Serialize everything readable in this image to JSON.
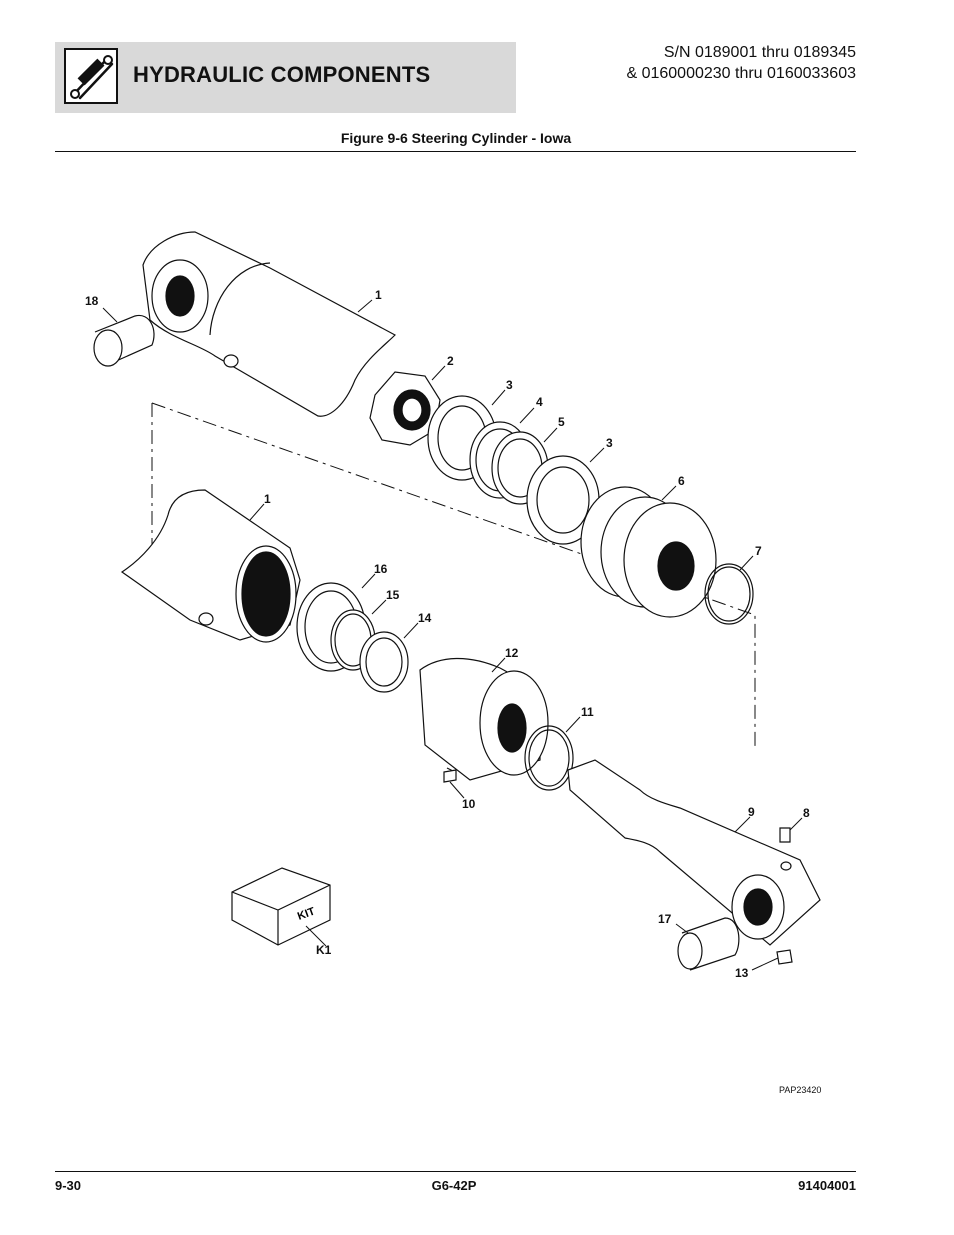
{
  "header": {
    "section_title": "HYDRAULIC COMPONENTS",
    "serial_line1": "S/N 0189001 thru 0189345",
    "serial_line2": "& 0160000230 thru 0160033603",
    "icon": "hydraulic-cylinder-icon"
  },
  "figure": {
    "title": "Figure 9-6 Steering Cylinder - Iowa",
    "drawing_code": "PAP23420",
    "kit_box_text": "KIT",
    "callouts": {
      "c1a": "1",
      "c1b": "1",
      "c2": "2",
      "c3a": "3",
      "c3b": "3",
      "c4": "4",
      "c5": "5",
      "c6": "6",
      "c7": "7",
      "c8": "8",
      "c9": "9",
      "c10": "10",
      "c11": "11",
      "c12": "12",
      "c13": "13",
      "c14": "14",
      "c15": "15",
      "c16": "16",
      "c17": "17",
      "c18": "18",
      "ck1": "K1"
    }
  },
  "footer": {
    "page": "9-30",
    "model": "G6-42P",
    "doc_number": "91404001"
  }
}
